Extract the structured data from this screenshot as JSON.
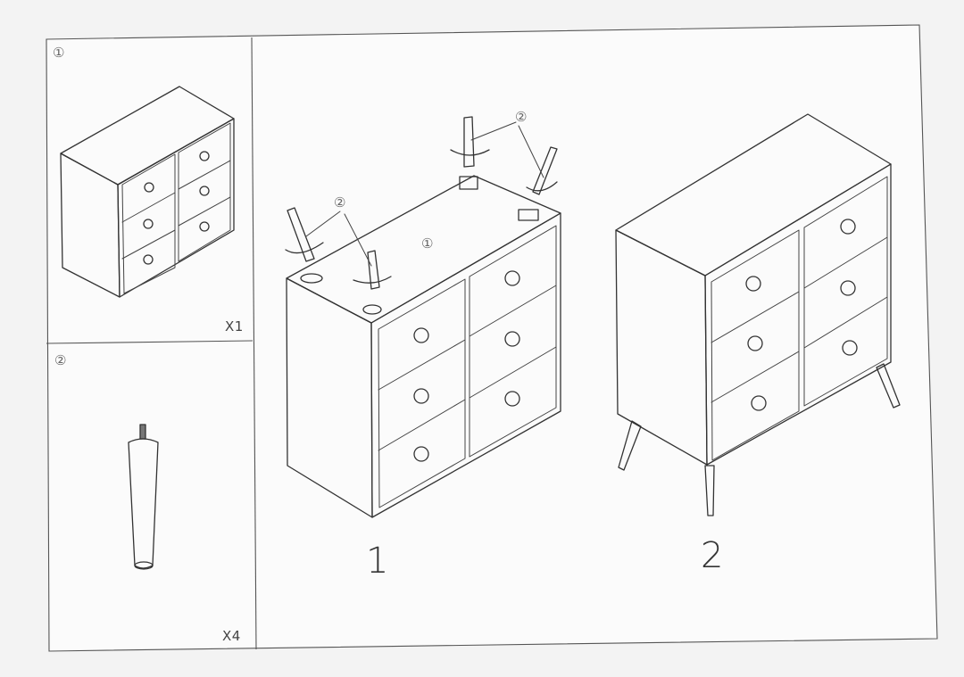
{
  "parts": [
    {
      "marker": "①",
      "quantity": "X1",
      "icon": "chest-of-drawers-icon"
    },
    {
      "marker": "②",
      "quantity": "X4",
      "icon": "tapered-leg-icon"
    }
  ],
  "steps": [
    {
      "number": "1",
      "body_marker": "①",
      "leg_marker_left": "②",
      "leg_marker_right": "②"
    },
    {
      "number": "2"
    }
  ]
}
